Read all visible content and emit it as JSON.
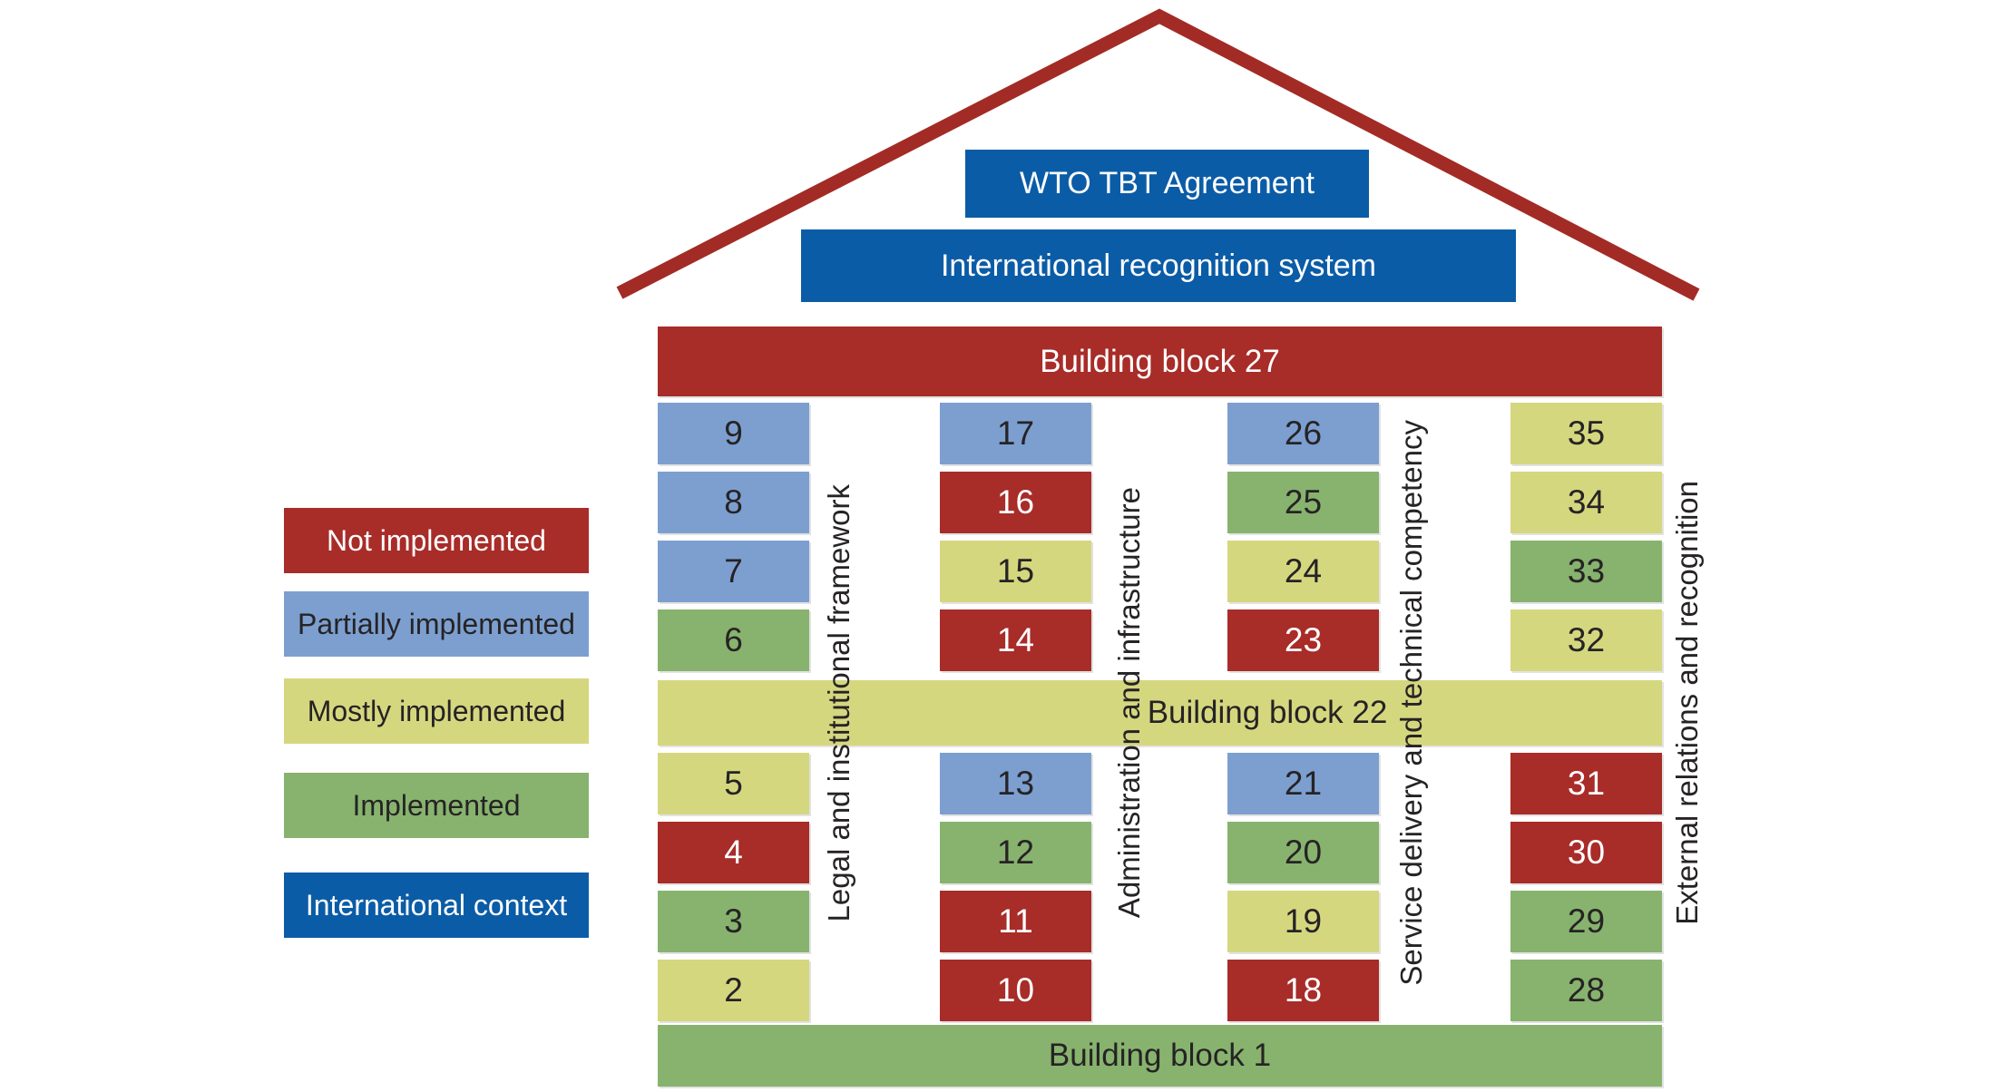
{
  "colors": {
    "not_implemented": "#A82C28",
    "partially_implemented": "#7C9FD0",
    "mostly_implemented": "#D5D77F",
    "implemented": "#87B36E",
    "international_context": "#0B5CA6",
    "roof": "#A32B25",
    "dark_text": "#262324",
    "light_text": "#FFFFFF"
  },
  "titles": {
    "wto": "WTO TBT Agreement",
    "intl": "International recognition system"
  },
  "banners": {
    "top": {
      "label": "Building block 27",
      "status": "not_implemented"
    },
    "middle": {
      "label": "Building block 22",
      "status": "mostly_implemented"
    },
    "bottom": {
      "label": "Building block 1",
      "status": "implemented"
    }
  },
  "legend": [
    {
      "label": "Not implemented",
      "status": "not_implemented"
    },
    {
      "label": "Partially implemented",
      "status": "partially_implemented"
    },
    {
      "label": "Mostly implemented",
      "status": "mostly_implemented"
    },
    {
      "label": "Implemented",
      "status": "implemented"
    },
    {
      "label": "International context",
      "status": "international_context"
    }
  ],
  "columns": [
    {
      "name": "Legal and institutional framework",
      "upper_blocks": [
        {
          "number": "9",
          "status": "partially_implemented"
        },
        {
          "number": "8",
          "status": "partially_implemented"
        },
        {
          "number": "7",
          "status": "partially_implemented"
        },
        {
          "number": "6",
          "status": "implemented"
        }
      ],
      "lower_blocks": [
        {
          "number": "5",
          "status": "mostly_implemented"
        },
        {
          "number": "4",
          "status": "not_implemented"
        },
        {
          "number": "3",
          "status": "implemented"
        },
        {
          "number": "2",
          "status": "mostly_implemented"
        }
      ]
    },
    {
      "name": "Administration and infrastructure",
      "upper_blocks": [
        {
          "number": "17",
          "status": "partially_implemented"
        },
        {
          "number": "16",
          "status": "not_implemented"
        },
        {
          "number": "15",
          "status": "mostly_implemented"
        },
        {
          "number": "14",
          "status": "not_implemented"
        }
      ],
      "lower_blocks": [
        {
          "number": "13",
          "status": "partially_implemented"
        },
        {
          "number": "12",
          "status": "implemented"
        },
        {
          "number": "11",
          "status": "not_implemented"
        },
        {
          "number": "10",
          "status": "not_implemented"
        }
      ]
    },
    {
      "name": "Service delivery and technical competency",
      "upper_blocks": [
        {
          "number": "26",
          "status": "partially_implemented"
        },
        {
          "number": "25",
          "status": "implemented"
        },
        {
          "number": "24",
          "status": "mostly_implemented"
        },
        {
          "number": "23",
          "status": "not_implemented"
        }
      ],
      "lower_blocks": [
        {
          "number": "21",
          "status": "partially_implemented"
        },
        {
          "number": "20",
          "status": "implemented"
        },
        {
          "number": "19",
          "status": "mostly_implemented"
        },
        {
          "number": "18",
          "status": "not_implemented"
        }
      ]
    },
    {
      "name": "External relations and recognition",
      "upper_blocks": [
        {
          "number": "35",
          "status": "mostly_implemented"
        },
        {
          "number": "34",
          "status": "mostly_implemented"
        },
        {
          "number": "33",
          "status": "implemented"
        },
        {
          "number": "32",
          "status": "mostly_implemented"
        }
      ],
      "lower_blocks": [
        {
          "number": "31",
          "status": "not_implemented"
        },
        {
          "number": "30",
          "status": "not_implemented"
        },
        {
          "number": "29",
          "status": "implemented"
        },
        {
          "number": "28",
          "status": "implemented"
        }
      ]
    }
  ]
}
